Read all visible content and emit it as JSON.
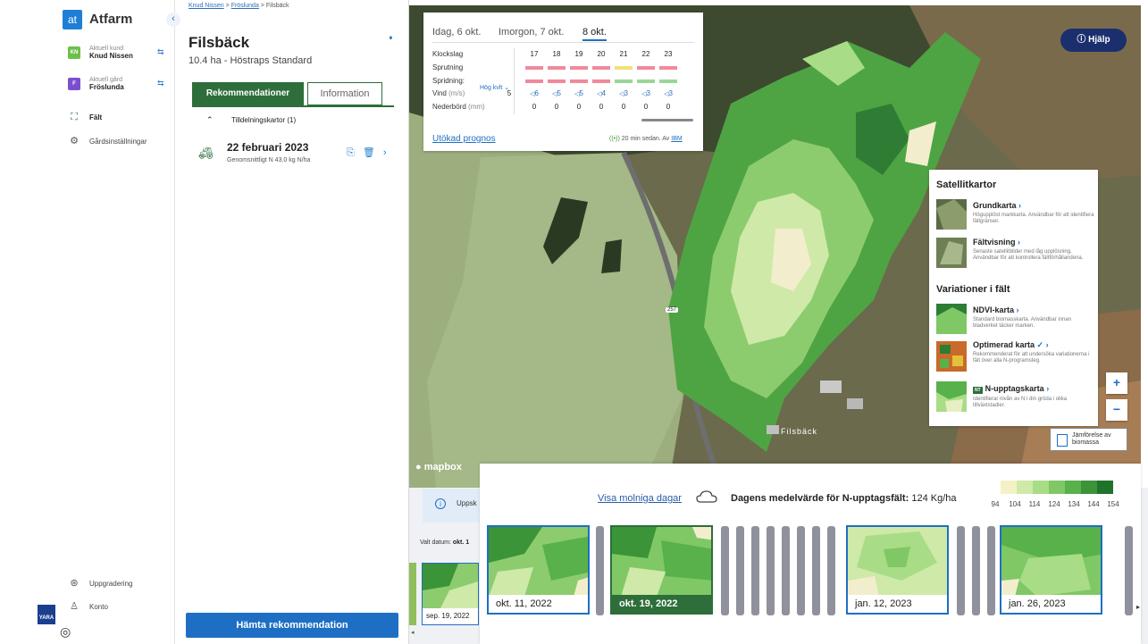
{
  "nav": {
    "logo_badge": "at",
    "app_name": "Atfarm",
    "customer": {
      "label": "Aktuell kund",
      "value": "Knud Nissen",
      "initials": "KN",
      "color": "#6cc04a"
    },
    "farm": {
      "label": "Aktuell gård",
      "value": "Fröslunda",
      "initials": "F",
      "color": "#7b4fcf"
    },
    "items": [
      {
        "label": "Fält",
        "icon": "field-icon"
      },
      {
        "label": "Gårdsinställningar",
        "icon": "gear-icon"
      }
    ],
    "bottom_items": [
      {
        "label": "Uppgradering",
        "icon": "upgrade-icon"
      },
      {
        "label": "Konto",
        "icon": "account-icon"
      }
    ],
    "yara_label": "YARA"
  },
  "panel": {
    "breadcrumb": [
      "Knud Nissen",
      "Fröslunda",
      "Filsbäck"
    ],
    "breadcrumb_sep": ">",
    "title": "Filsbäck",
    "subtitle": "10.4 ha - Höstraps Standard",
    "tabs": [
      "Rekommendationer",
      "Information"
    ],
    "section_header": "Tilldelningskartor (1)",
    "recommendation": {
      "date": "22 februari 2023",
      "detail": "Genomsnittligt N 43.0 kg N/ha"
    },
    "primary_button": "Hämta rekommendation"
  },
  "map": {
    "help_button": "Hjälp",
    "attribution": "mapbox",
    "road_label": "257",
    "place_label": "Filsbäck"
  },
  "weather": {
    "tabs": [
      "Idag, 6 okt.",
      "Imorgon, 7 okt.",
      "8 okt."
    ],
    "selected_tab": 2,
    "rows": {
      "time": "Klockslag",
      "spraying": "Sprutning",
      "spreading": "Spridning:",
      "spreading_option": "Hög kvlt",
      "wind": "Vind",
      "wind_unit": "(m/s)",
      "rain": "Nederbörd",
      "rain_unit": "(mm)"
    },
    "hours": [
      "17",
      "18",
      "19",
      "20",
      "21",
      "22",
      "23"
    ],
    "spraying_status": [
      "bad",
      "bad",
      "bad",
      "bad",
      "ok",
      "bad",
      "bad"
    ],
    "spreading_status": [
      "bad",
      "bad",
      "bad",
      "bad",
      "good",
      "good",
      "good"
    ],
    "wind_lead": "5",
    "wind": [
      "6",
      "5",
      "5",
      "4",
      "3",
      "3",
      "3"
    ],
    "rain": [
      "0",
      "0",
      "0",
      "0",
      "0",
      "0",
      "0"
    ],
    "status_colors": {
      "bad": "#f08a9b",
      "ok": "#f2e07a",
      "good": "#9ad69a"
    },
    "extended_link": "Utökad prognos",
    "updated": "20 min sedan. Av",
    "provider": "IBM"
  },
  "satellite": {
    "heading1": "Satellitkartor",
    "heading2": "Variationer i fält",
    "items": [
      {
        "title": "Grundkarta",
        "desc": "Högupplöst markkarta. Användbar för att identifiera fältgränser."
      },
      {
        "title": "Fältvisning",
        "desc": "Senaste satellitbilder med låg upplösning. Användbar för att kontrollera fältförhållandena."
      },
      {
        "title": "NDVI-karta",
        "desc": "Standard biomasskarta. Användbar innan bladverket täcker marken."
      },
      {
        "title": "Optimerad karta",
        "desc": "Rekommenderat för att undersöka variationerna i fält över alla N-programsteg."
      },
      {
        "title": "N-upptagskarta",
        "desc": "Identifierar nivån av N i din gröda i olika tillväxtstadier.",
        "tag": "NT"
      }
    ],
    "compare_button": "Jämförelse av biomassa",
    "zoom_in": "+",
    "zoom_out": "−"
  },
  "strip": {
    "info_text": "Uppsk",
    "selected_date_label": "Valt datum:",
    "selected_date_value": "okt. 1",
    "left_card_date": "sep. 19, 2022",
    "cloudy_link": "Visa molniga dagar",
    "avg_label": "Dagens medelvärde för N-upptagsfält:",
    "avg_value": "124 Kg/ha",
    "legend_ticks": [
      "94",
      "104",
      "114",
      "124",
      "134",
      "144",
      "154"
    ],
    "legend_colors": [
      "#f4f1c6",
      "#cfe9a8",
      "#a9dc86",
      "#7fc865",
      "#58b14a",
      "#3b9437",
      "#20732a"
    ],
    "cards": [
      {
        "date": "okt. 11, 2022",
        "selected": false
      },
      {
        "date": "okt. 19, 2022",
        "selected": true
      },
      {
        "date": "jan. 12, 2023",
        "selected": false
      },
      {
        "date": "jan. 26, 2023",
        "selected": false
      }
    ]
  }
}
